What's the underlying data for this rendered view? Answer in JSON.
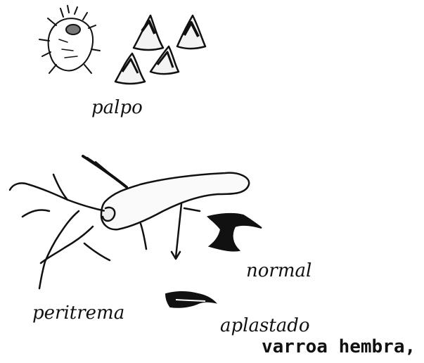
{
  "labels": {
    "palpo": "palpo",
    "peritrema": "peritrema",
    "normal": "normal",
    "aplastado": "aplastado"
  },
  "caption": "varroa hembra,",
  "ink_color": "#111111"
}
